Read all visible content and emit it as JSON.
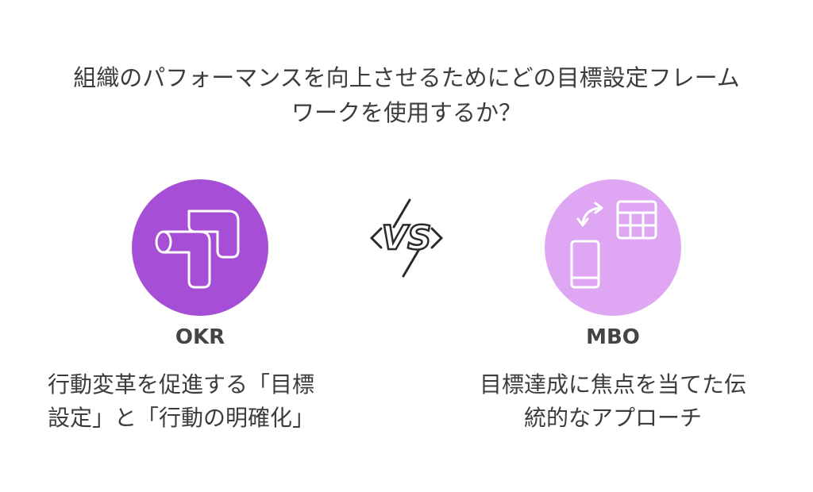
{
  "question": {
    "line1": "組織のパフォーマンスを向上させるためにどの目標設定フレーム",
    "line2": "ワークを使用するか？"
  },
  "options": [
    {
      "title": "OKR",
      "desc_line1": "行動変革を促進する「目標",
      "desc_line2": "設定」と「行動の明確化」",
      "circle_color": "#a64fd6",
      "icon": "pipe-path-icon"
    },
    {
      "title": "MBO",
      "desc_line1": "目標達成に焦点を当てた伝",
      "desc_line2": "統的なアプローチ",
      "circle_color": "#dfa6f4",
      "icon": "device-table-sync-icon"
    }
  ],
  "vs_label": "VS",
  "colors": {
    "text": "#3c3c3c",
    "okr_circle": "#a64fd6",
    "mbo_circle": "#dfa6f4",
    "icon_stroke": "#ffffff"
  }
}
